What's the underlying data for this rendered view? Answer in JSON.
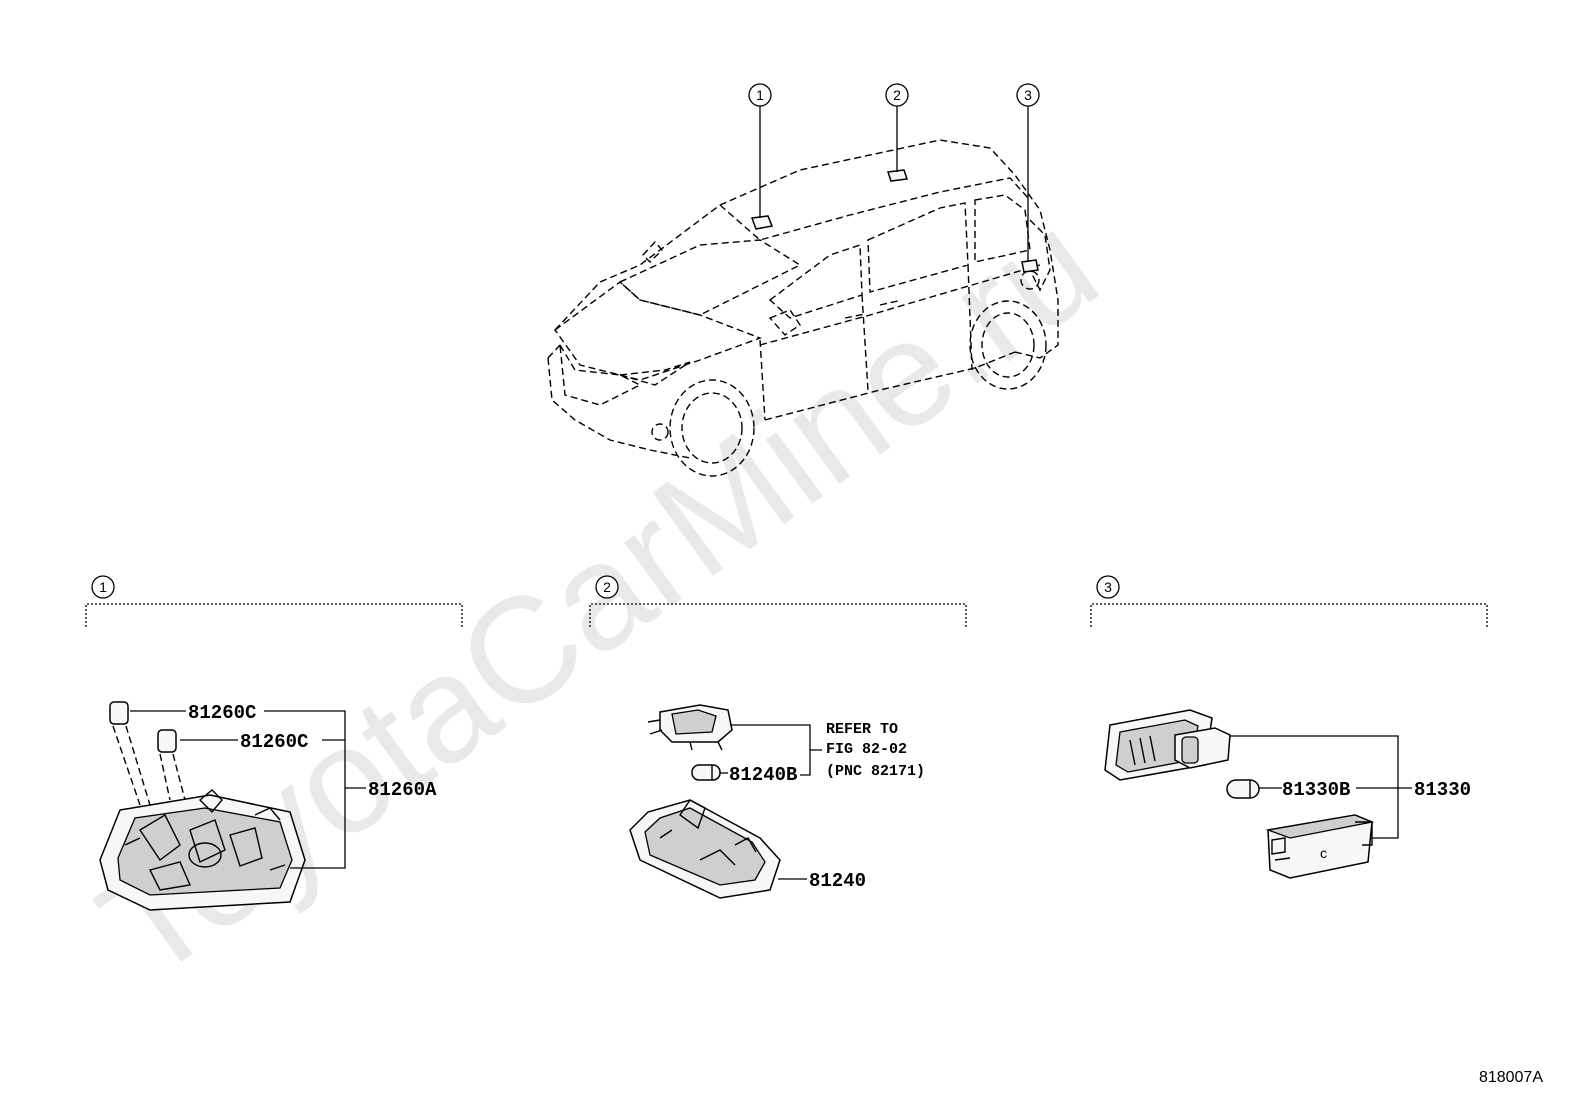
{
  "watermark": "ToyotaCarMine.ru",
  "figure_id": "818007A",
  "callouts": [
    {
      "number": "1"
    },
    {
      "number": "2"
    },
    {
      "number": "3"
    }
  ],
  "groups": [
    {
      "number": "1",
      "parts": [
        "81260C",
        "81260C",
        "81260A"
      ]
    },
    {
      "number": "2",
      "parts": [
        "81240B",
        "81240"
      ],
      "note": [
        "REFER TO",
        "FIG 82-02",
        "(PNC 82171)"
      ]
    },
    {
      "number": "3",
      "parts": [
        "81330B",
        "81330"
      ]
    }
  ]
}
